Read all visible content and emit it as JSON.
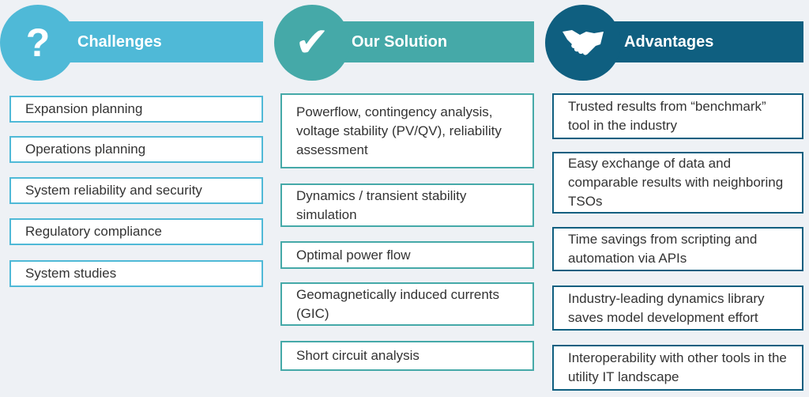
{
  "colors": {
    "challenges": "#4fb9d7",
    "solution": "#45a9a8",
    "advantages": "#0f5f80"
  },
  "columns": [
    {
      "title": "Challenges",
      "icon": "question-icon",
      "items": [
        "Expansion planning",
        "Operations planning",
        "System reliability and security",
        "Regulatory compliance",
        "System studies"
      ]
    },
    {
      "title": "Our Solution",
      "icon": "checkmark-icon",
      "items": [
        "Powerflow, contingency analysis, voltage stability (PV/QV), reliability assessment",
        "Dynamics / transient stability simulation",
        "Optimal power flow",
        "Geomagnetically induced currents (GIC)",
        "Short circuit analysis"
      ]
    },
    {
      "title": "Advantages",
      "icon": "handshake-icon",
      "items": [
        "Trusted results from “benchmark” tool in the industry",
        "Easy exchange of data and comparable results with neighboring TSOs",
        "Time savings from scripting and automation via APIs",
        "Industry-leading dynamics library saves model development effort",
        "Interoperability with other tools in the utility IT landscape"
      ]
    }
  ]
}
